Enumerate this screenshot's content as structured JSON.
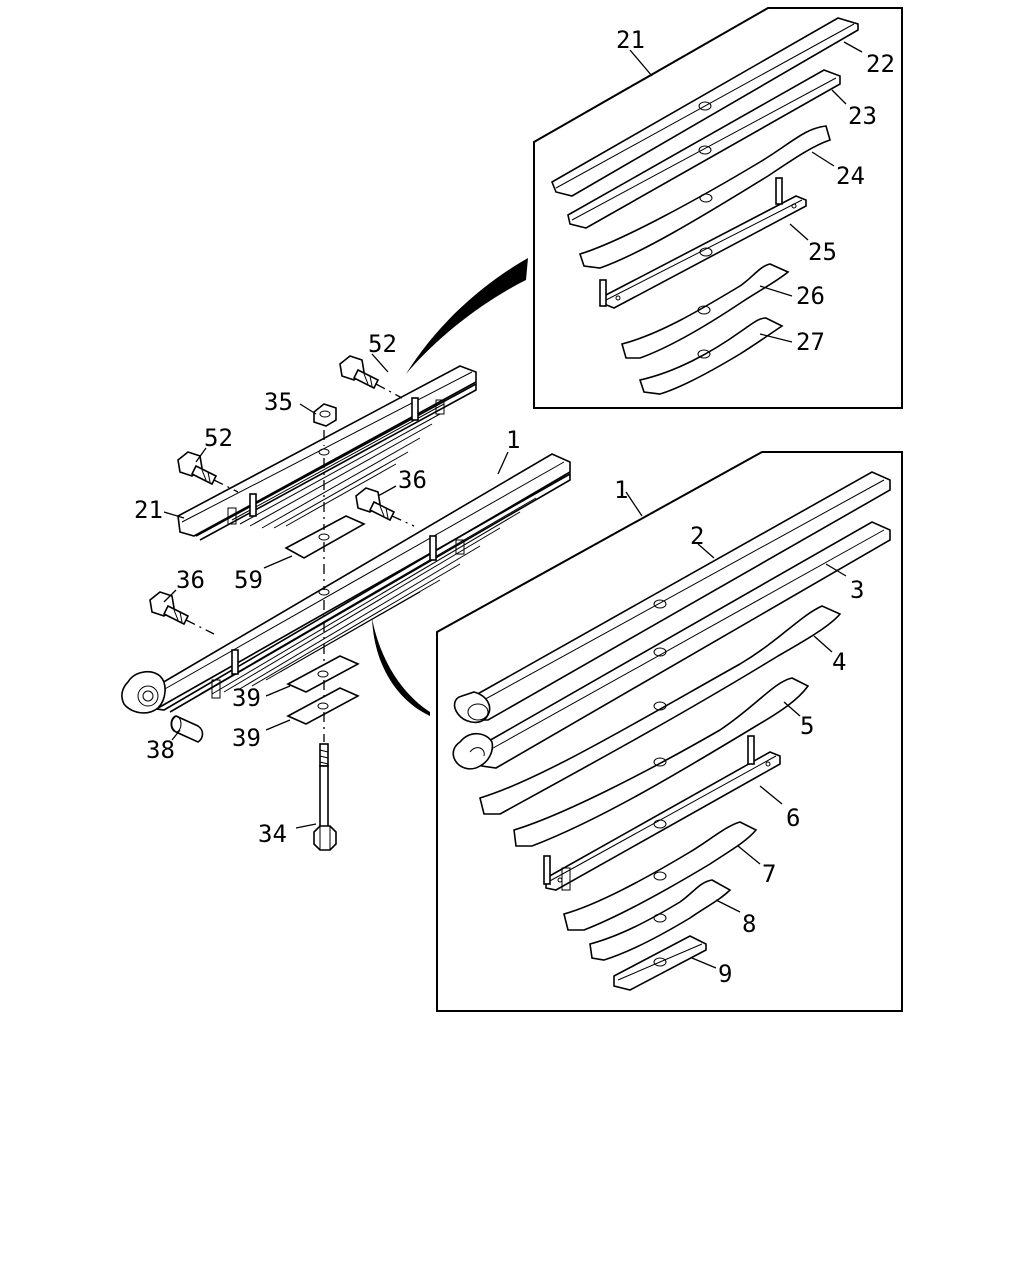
{
  "callouts": {
    "box_top": {
      "assembly": "21",
      "leaf_22": "22",
      "leaf_23": "23",
      "leaf_24": "24",
      "leaf_25": "25",
      "leaf_26": "26",
      "leaf_27": "27"
    },
    "box_bottom": {
      "assembly": "1",
      "leaf_2": "2",
      "leaf_3": "3",
      "leaf_4": "4",
      "leaf_5": "5",
      "leaf_6": "6",
      "leaf_7": "7",
      "leaf_8": "8",
      "leaf_9": "9"
    },
    "main": {
      "bolt_52_top": "52",
      "nut_35": "35",
      "bolt_52_left": "52",
      "spring_21": "21",
      "spring_1": "1",
      "bolt_36_right": "36",
      "bolt_36_left": "36",
      "pad_59": "59",
      "plate_39_upper": "39",
      "plate_39_lower": "39",
      "bushing_38": "38",
      "center_bolt_34": "34"
    }
  }
}
